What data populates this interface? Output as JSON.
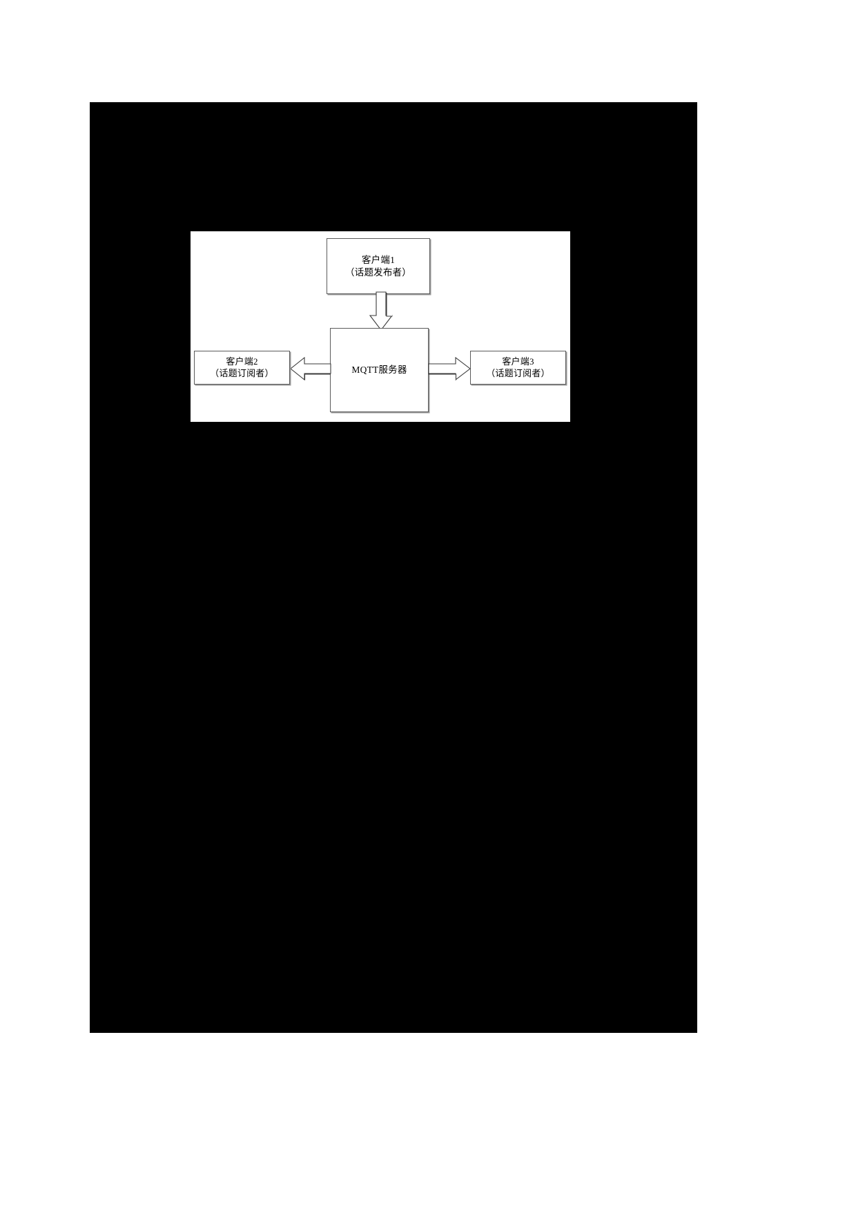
{
  "page": {
    "background_color": "#ffffff",
    "scan_region_color": "#000000",
    "figure_panel_color": "#ffffff"
  },
  "diagram": {
    "type": "block-flow",
    "title": "",
    "nodes": [
      {
        "id": "publisher",
        "name": "client-1-publisher",
        "line1": "客户端1",
        "line2": "（话题发布者）"
      },
      {
        "id": "broker",
        "name": "mqtt-broker",
        "line1": "MQTT服务器",
        "line2": ""
      },
      {
        "id": "subscriber2",
        "name": "client-2-subscriber",
        "line1": "客户端2",
        "line2": "（话题订阅者）"
      },
      {
        "id": "subscriber3",
        "name": "client-3-subscriber",
        "line1": "客户端3",
        "line2": "（话题订阅者）"
      }
    ],
    "edges": [
      {
        "id": "pub-to-broker",
        "from": "publisher",
        "to": "broker",
        "direction": "down",
        "style": "block-arrow",
        "label": ""
      },
      {
        "id": "broker-to-sub2",
        "from": "broker",
        "to": "subscriber2",
        "direction": "left",
        "style": "block-arrow",
        "label": ""
      },
      {
        "id": "broker-to-sub3",
        "from": "broker",
        "to": "subscriber3",
        "direction": "right",
        "style": "block-arrow",
        "label": ""
      }
    ],
    "colors": {
      "box_border": "#5a5a5a",
      "box_fill": "#ffffff",
      "box_shadow": "#9a9a9a",
      "arrow_stroke": "#3a3a3a",
      "arrow_fill": "#ffffff",
      "text": "#000000"
    }
  }
}
